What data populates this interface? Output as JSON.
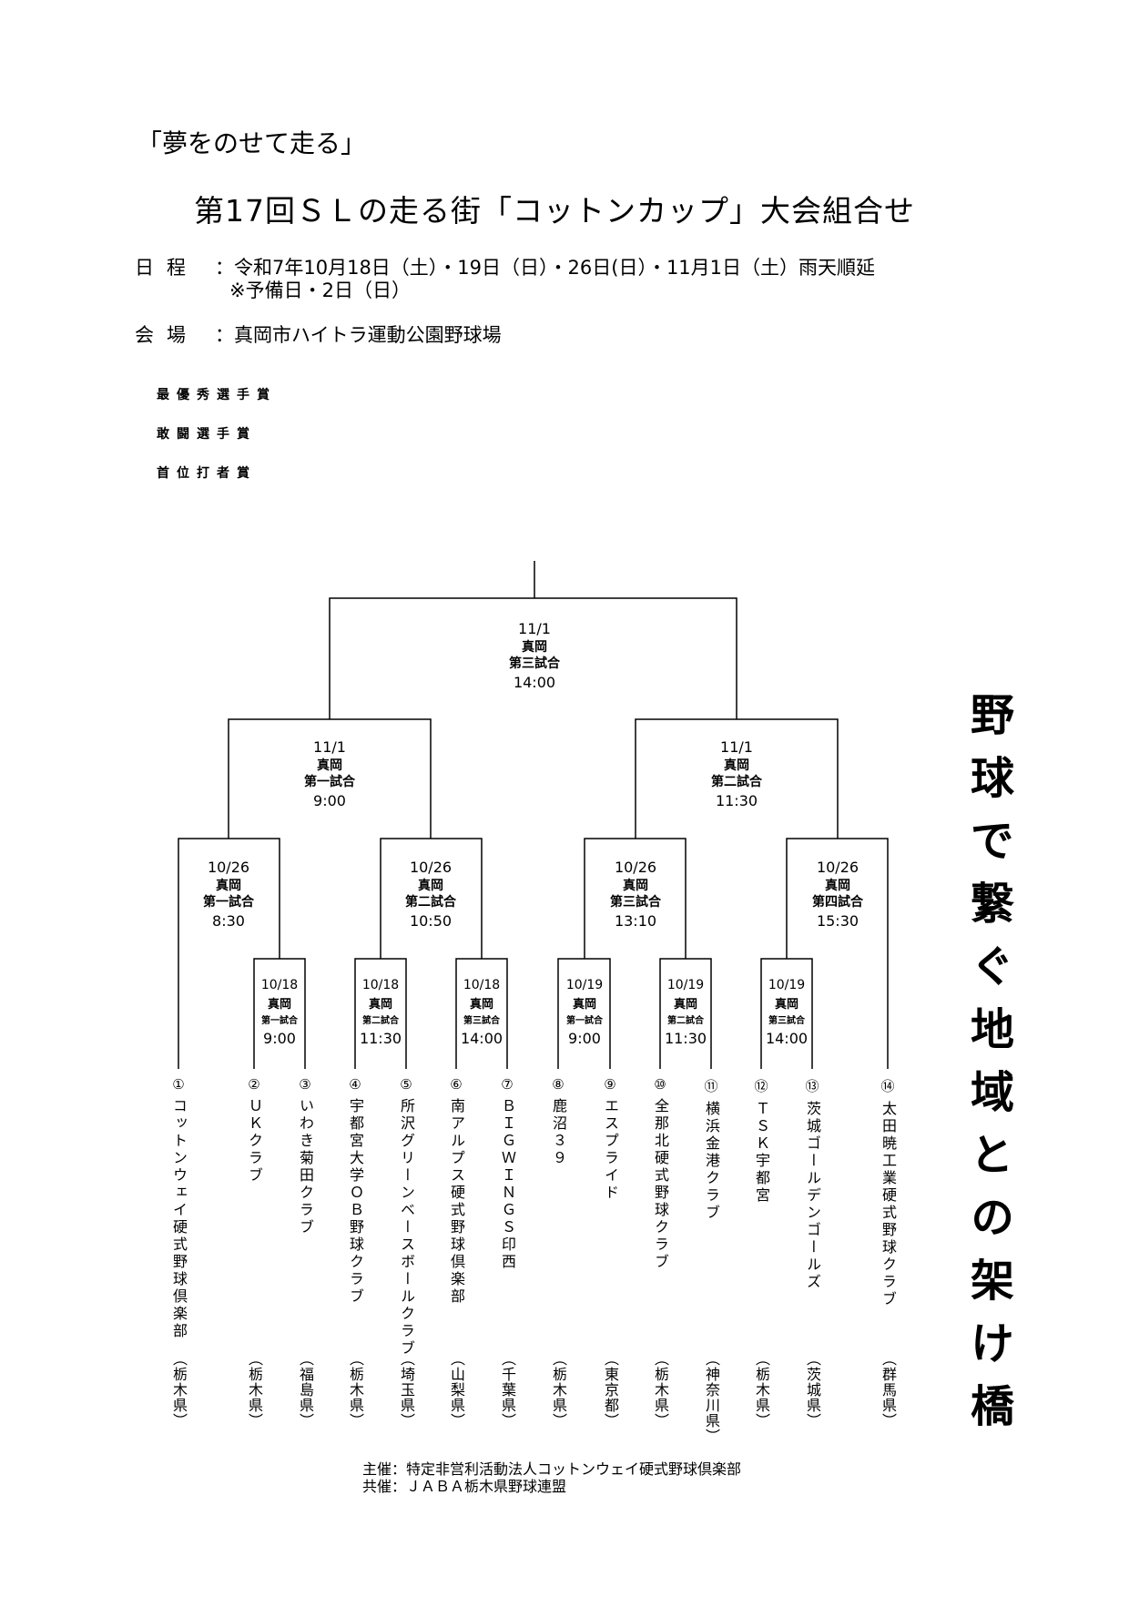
{
  "header": {
    "slogan": "「夢をのせて走る」",
    "title": "第17回ＳＬの走る街「コットンカップ」大会組合せ"
  },
  "info": {
    "schedule_label": "日程",
    "schedule_value": "：令和7年10月18日（土）・19日（日）・26日(日）・11月1日（土）雨天順延",
    "schedule_note": "※予備日・2日（日）",
    "venue_label": "会場",
    "venue_value": "：真岡市ハイトラ運動公園野球場"
  },
  "awards": [
    "最優秀選手賞",
    "敢闘選手賞",
    "首位打者賞"
  ],
  "matches": {
    "final": {
      "date": "11/1",
      "venue": "真岡",
      "match": "第三試合",
      "time": "14:00"
    },
    "semis": [
      {
        "date": "11/1",
        "venue": "真岡",
        "match": "第一試合",
        "time": "9:00"
      },
      {
        "date": "11/1",
        "venue": "真岡",
        "match": "第二試合",
        "time": "11:30"
      }
    ],
    "quarters": [
      {
        "date": "10/26",
        "venue": "真岡",
        "match": "第一試合",
        "time": "8:30"
      },
      {
        "date": "10/26",
        "venue": "真岡",
        "match": "第二試合",
        "time": "10:50"
      },
      {
        "date": "10/26",
        "venue": "真岡",
        "match": "第三試合",
        "time": "13:10"
      },
      {
        "date": "10/26",
        "venue": "真岡",
        "match": "第四試合",
        "time": "15:30"
      }
    ],
    "first_round": [
      {
        "date": "10/18",
        "venue": "真岡",
        "match": "第一試合",
        "time": "9:00"
      },
      {
        "date": "10/18",
        "venue": "真岡",
        "match": "第二試合",
        "time": "11:30"
      },
      {
        "date": "10/18",
        "venue": "真岡",
        "match": "第三試合",
        "time": "14:00"
      },
      {
        "date": "10/19",
        "venue": "真岡",
        "match": "第一試合",
        "time": "9:00"
      },
      {
        "date": "10/19",
        "venue": "真岡",
        "match": "第二試合",
        "time": "11:30"
      },
      {
        "date": "10/19",
        "venue": "真岡",
        "match": "第三試合",
        "time": "14:00"
      }
    ]
  },
  "teams": [
    {
      "num": "①",
      "name": "コットンウェイ硬式野球倶楽部",
      "pref": "（栃木県）"
    },
    {
      "num": "②",
      "name": "ＵＫクラブ",
      "pref": "（栃木県）"
    },
    {
      "num": "③",
      "name": "いわき菊田クラブ",
      "pref": "（福島県）"
    },
    {
      "num": "④",
      "name": "宇都宮大学ＯＢ野球クラブ",
      "pref": "（栃木県）"
    },
    {
      "num": "⑤",
      "name": "所沢グリーンベースボールクラブ",
      "pref": "（埼玉県）"
    },
    {
      "num": "⑥",
      "name": "南アルプス硬式野球倶楽部",
      "pref": "（山梨県）"
    },
    {
      "num": "⑦",
      "name": "ＢＩＧＷＩＮＧＳ印西",
      "pref": "（千葉県）"
    },
    {
      "num": "⑧",
      "name": "鹿沼３９",
      "pref": "（栃木県）"
    },
    {
      "num": "⑨",
      "name": "エスプライド",
      "pref": "（東京都）"
    },
    {
      "num": "⑩",
      "name": "全那北硬式野球クラブ",
      "pref": "（栃木県）"
    },
    {
      "num": "⑪",
      "name": "横浜金港クラブ",
      "pref": "（神奈川県）"
    },
    {
      "num": "⑫",
      "name": "ＴＳＫ宇都宮",
      "pref": "（栃木県）"
    },
    {
      "num": "⑬",
      "name": "茨城ゴールデンゴールズ",
      "pref": "（茨城県）"
    },
    {
      "num": "⑭",
      "name": "太田暁工業硬式野球クラブ",
      "pref": "（群馬県）"
    }
  ],
  "side_slogan": "野球で繋ぐ地域との架け橋",
  "footer": {
    "organizer": "主催：特定非営利活動法人コットンウェイ硬式野球倶楽部",
    "co_organizer": "共催：ＪＡＢＡ栃木県野球連盟"
  }
}
